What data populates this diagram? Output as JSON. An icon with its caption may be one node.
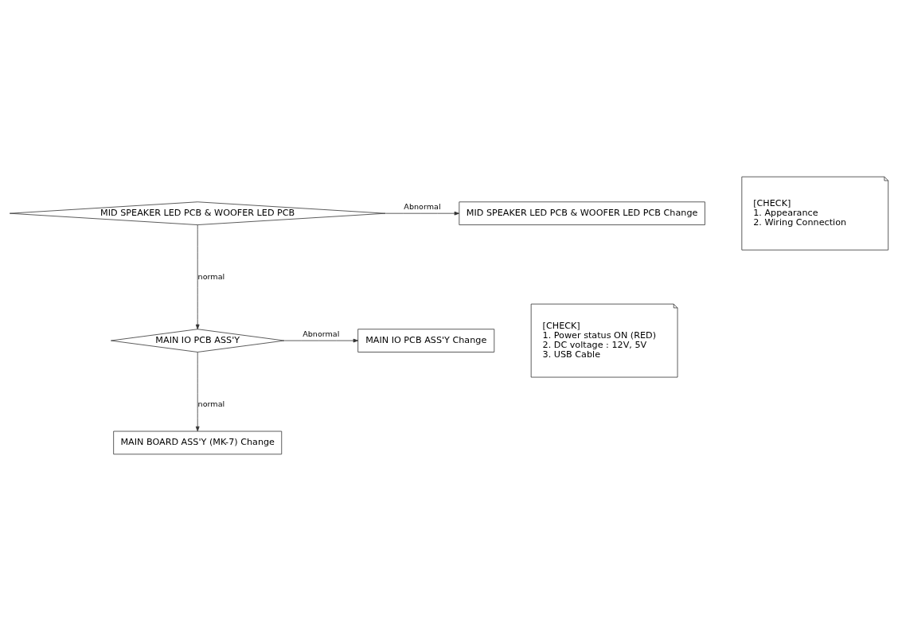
{
  "diagram": {
    "nodes": [
      {
        "text": [
          "MID SPEAKER LED PCB & WOOFER LED PCB"
        ]
      },
      {
        "text": [
          "MID SPEAKER LED PCB & WOOFER LED PCB Change"
        ]
      },
      {
        "text": [
          "[CHECK]",
          "1. Appearance",
          "2. Wiring Connection"
        ]
      },
      {
        "text": [
          "MAIN IO PCB ASS'Y"
        ]
      },
      {
        "text": [
          "MAIN IO PCB ASS'Y Change"
        ]
      },
      {
        "text": [
          "[CHECK]",
          "1. Power status ON (RED)",
          "2. DC voltage : 12V, 5V",
          "3. USB Cable"
        ]
      },
      {
        "text": [
          "MAIN BOARD ASS'Y (MK-7) Change"
        ]
      }
    ],
    "edges": [
      {
        "from": 0,
        "to": 1,
        "arrow": "to",
        "label": "Abnormal"
      },
      {
        "from": 0,
        "to": 3,
        "arrow": "to",
        "label": "normal"
      },
      {
        "from": 3,
        "to": 4,
        "arrow": "to",
        "label": "Abnormal"
      },
      {
        "from": 3,
        "to": 6,
        "arrow": "to",
        "label": "normal"
      }
    ]
  }
}
